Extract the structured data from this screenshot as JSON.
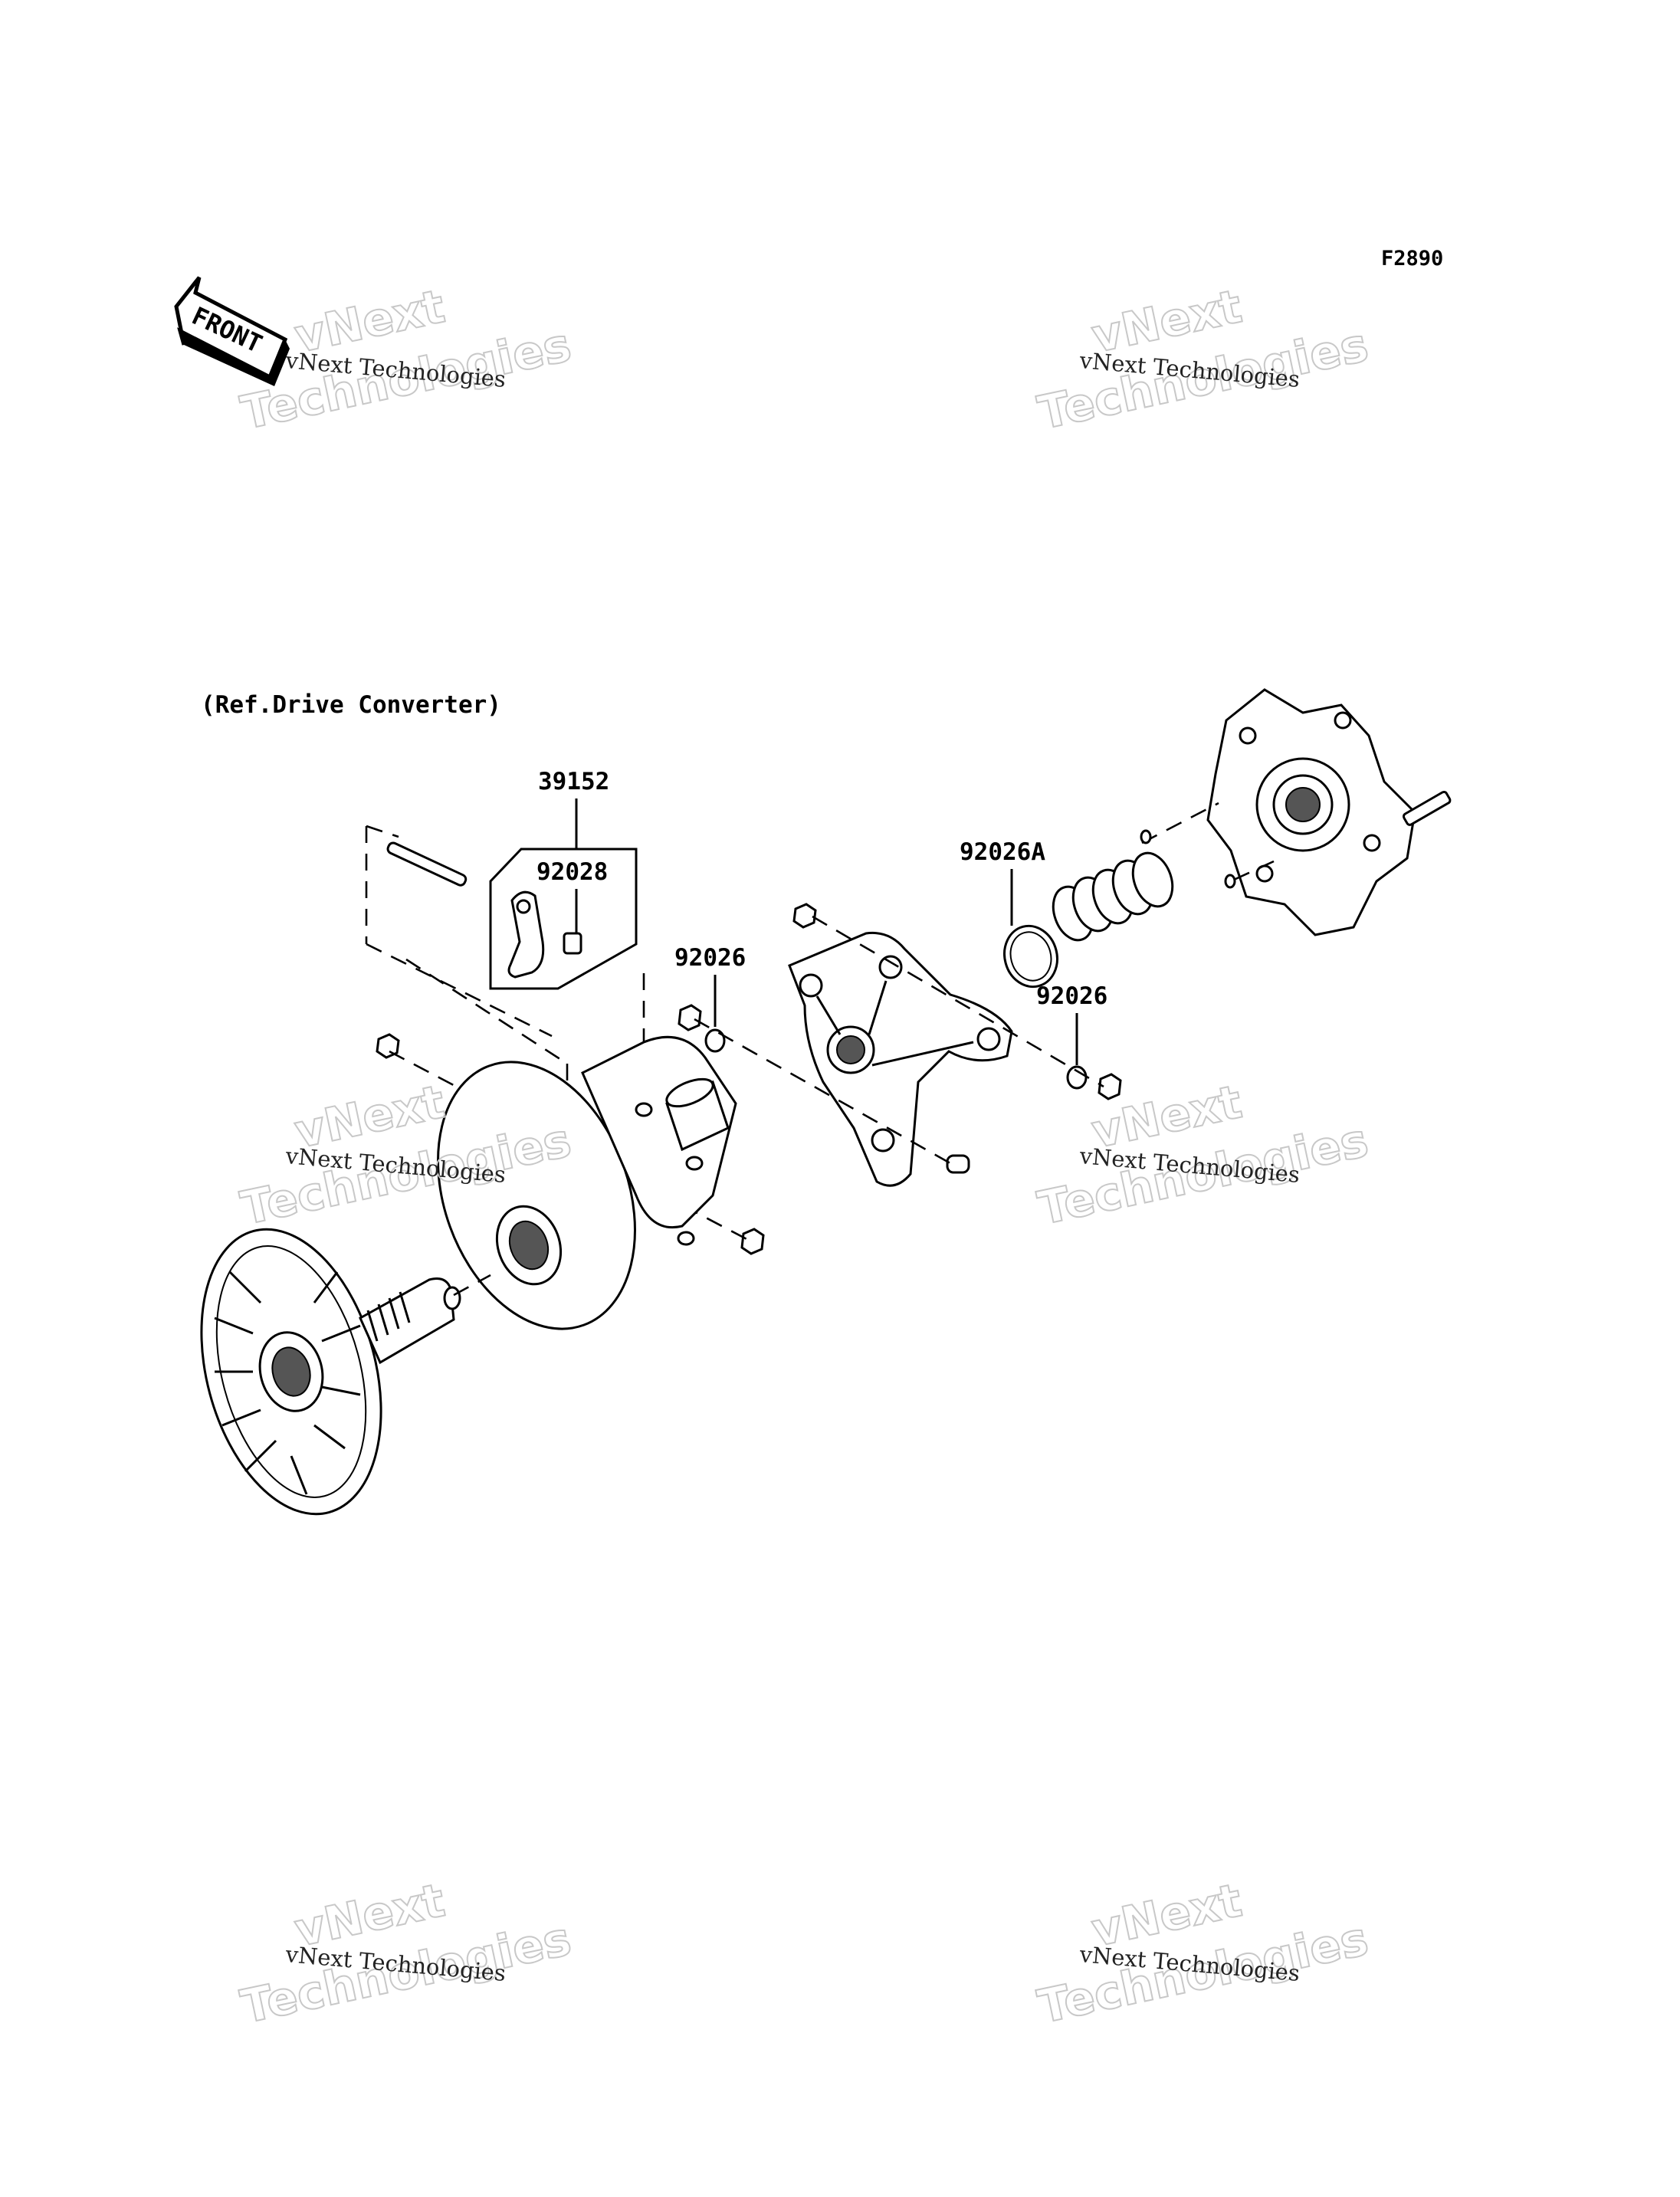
{
  "figure_code": "F2890",
  "front_label": "FRONT",
  "reference_note": "(Ref.Drive Converter)",
  "part_labels": {
    "p39152": "39152",
    "p92028": "92028",
    "p92026_left": "92026",
    "p92026A": "92026A",
    "p92026_right": "92026"
  },
  "watermark": {
    "line_small": "vNext Technologies",
    "line_big_1": "vNext",
    "line_big_2": "Technologies"
  }
}
